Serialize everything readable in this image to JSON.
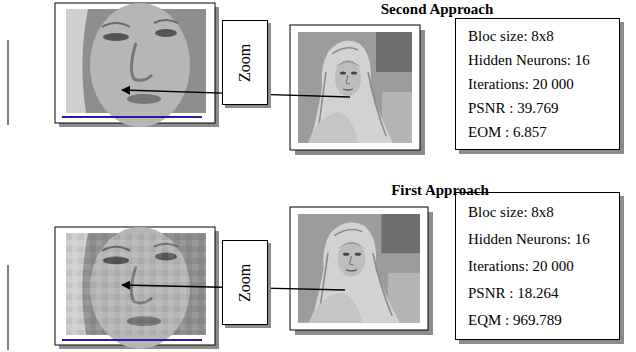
{
  "diagram": {
    "nodes": [
      {
        "text": [
          "Zoom"
        ]
      },
      {
        "text": [
          "Bloc size: 8x8",
          "Hidden Neurons: 16",
          "Iterations: 20 000",
          "PSNR : 39.769",
          "EOM : 6.857"
        ]
      },
      {
        "text": [
          "Zoom"
        ]
      },
      {
        "text": [
          "Bloc size: 8x8",
          "Hidden Neurons: 16",
          "Iterations: 20 000",
          "PSNR : 18.264",
          "EQM : 969.789"
        ]
      }
    ],
    "labels": [
      "Second Approach",
      "First Approach"
    ]
  }
}
